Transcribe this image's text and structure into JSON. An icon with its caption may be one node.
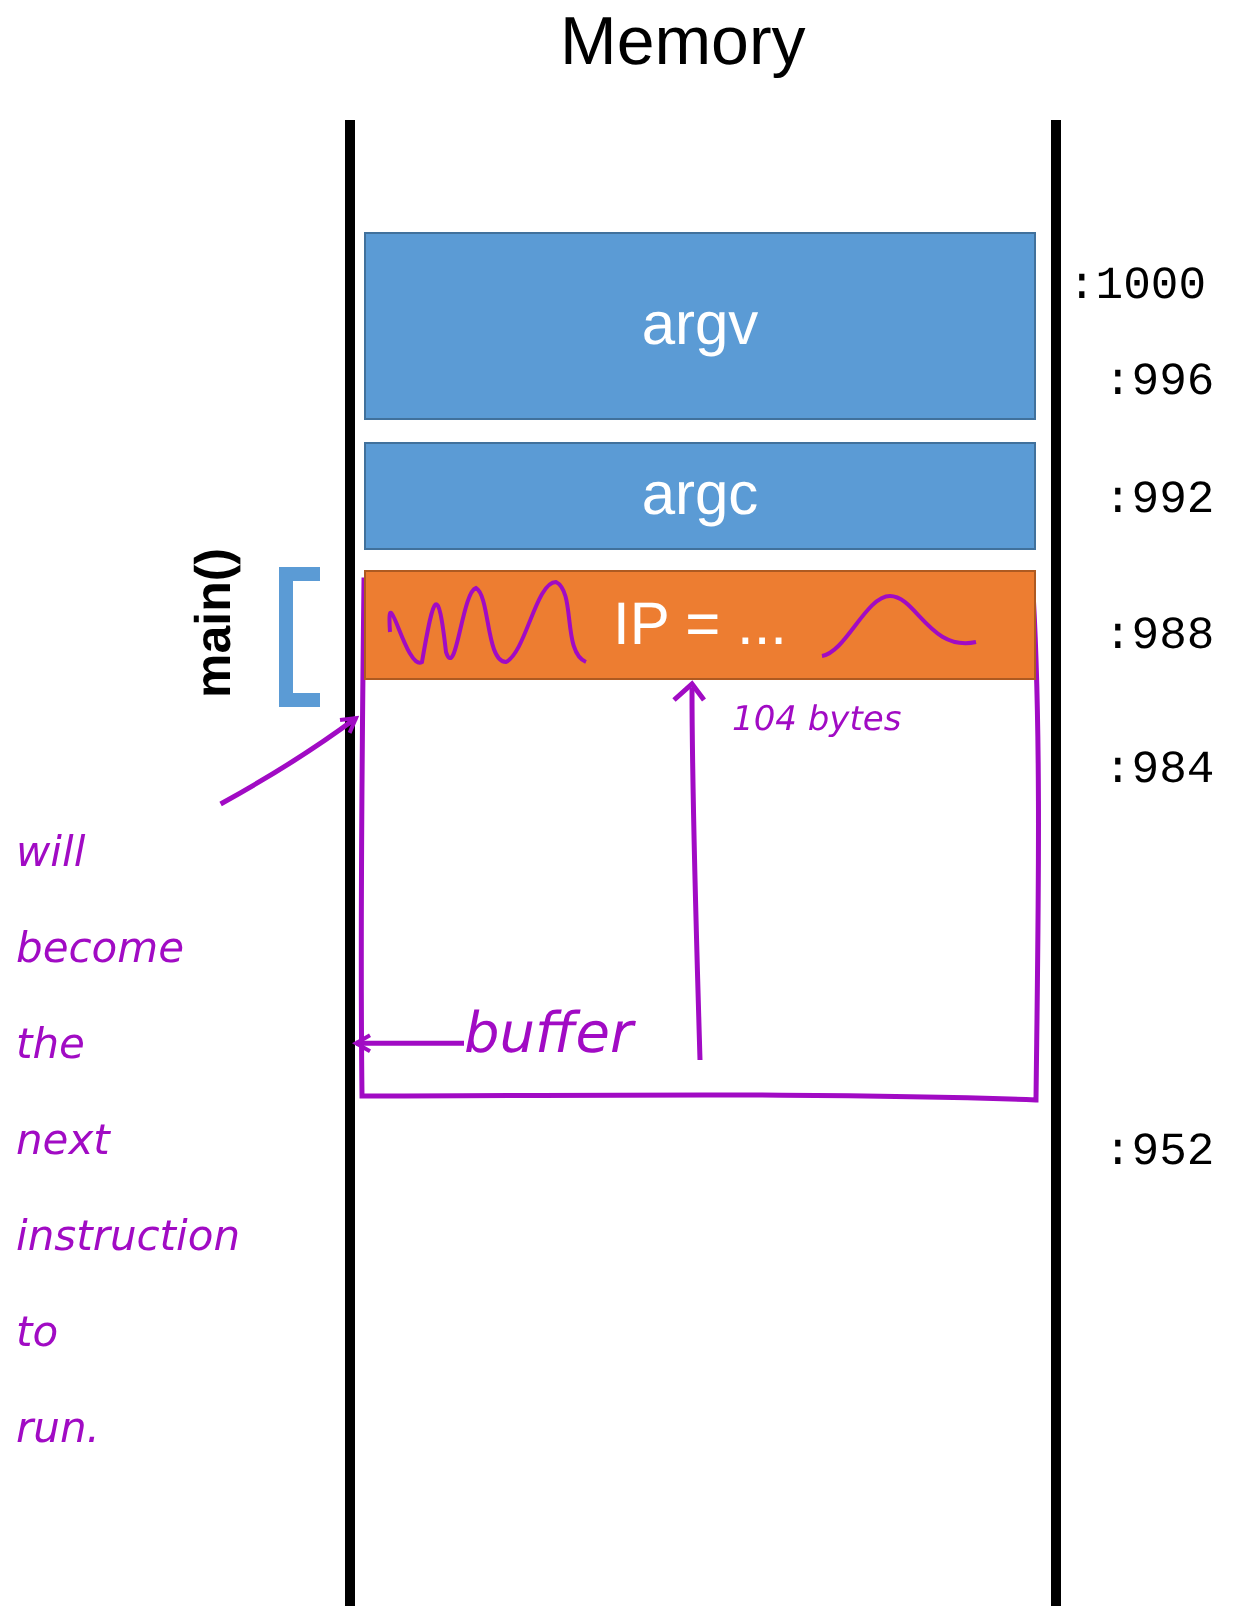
{
  "diagram": {
    "title": "Memory",
    "nodes": [
      {
        "text": [
          "argv"
        ]
      },
      {
        "text": [
          "argc"
        ]
      },
      {
        "text": [],
        "shape": "box"
      },
      {
        "text": [
          "IP = ..."
        ],
        "in": 2
      },
      {
        "text": [
          "buffer"
        ],
        "in": 2
      },
      {
        "text": [
          "will become the next instruction to run."
        ]
      }
    ],
    "edges": [
      {
        "from": 4,
        "to": 2,
        "arrow": "to"
      },
      {
        "from": 5,
        "to": 2,
        "arrow": "to"
      }
    ],
    "labels": [
      ":1000",
      ":996",
      ":992",
      "main()",
      ":988",
      ":984",
      "104 bytes",
      ":952"
    ]
  }
}
